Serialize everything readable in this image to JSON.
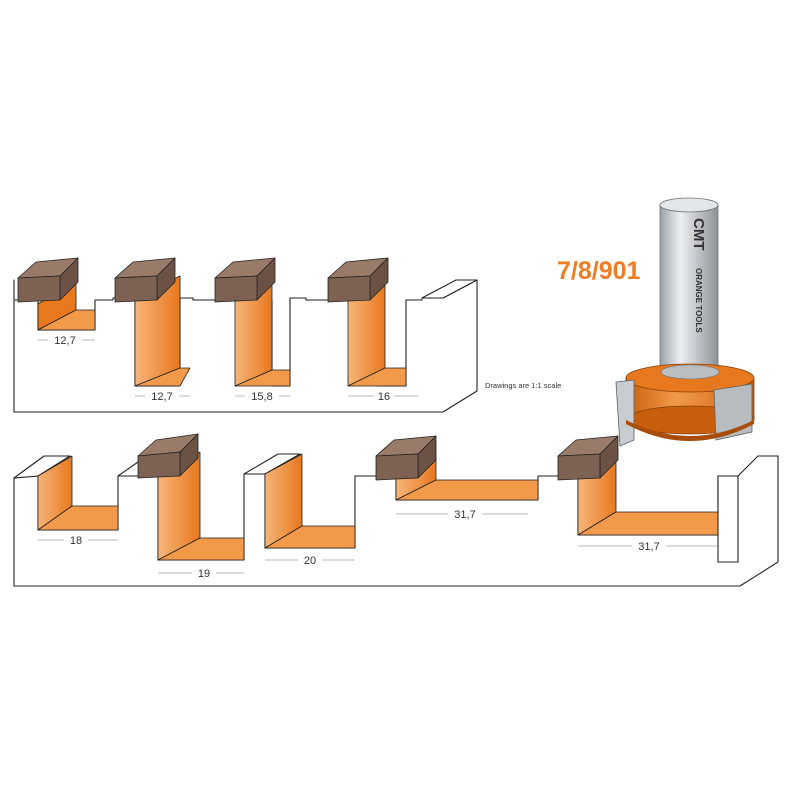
{
  "product_code": "7/8/901",
  "scale_note": "Drawings are 1:1 scale",
  "brand": {
    "logo_text": "CMT",
    "logo_sub": "ORANGE TOOLS"
  },
  "top_board": {
    "dimensions": [
      "12,7",
      "12,7",
      "15,8",
      "16"
    ]
  },
  "bottom_board": {
    "dimensions": [
      "18",
      "19",
      "20",
      "31,7",
      "31,7"
    ]
  },
  "colors": {
    "accent": "#e8781e",
    "accent_light": "#f6b57a",
    "accent_dark": "#c95f0c",
    "wood_top": "#9a7b6a",
    "wood_side": "#6b5245",
    "steel": "#c8ccd0",
    "code_color": "#f07d24"
  }
}
